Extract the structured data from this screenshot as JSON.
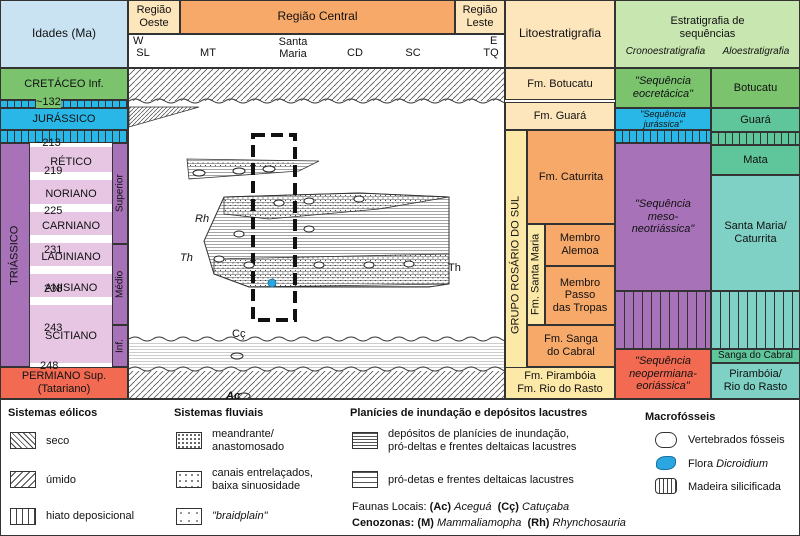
{
  "header": {
    "idades": "Idades (Ma)",
    "regiao_oeste": "Região\nOeste",
    "regiao_central": "Região Central",
    "regiao_leste": "Região\nLeste",
    "litoestratigrafia": "Litoestratigrafia",
    "estratigrafia_seq": "Estratigrafia de\nsequências",
    "cronoestratigrafia": "Cronoestratigrafia",
    "aloestratigrafia": "Aloestratigrafia",
    "loc_w": "W",
    "loc_e": "E",
    "locations": [
      "SL",
      "MT",
      "Santa\nMaria",
      "CD",
      "SC",
      "TQ"
    ]
  },
  "ages": {
    "cretaceo": "CRETÁCEO Inf.",
    "jurassico": "JURÁSSICO",
    "triassico": "TRIÁSSICO",
    "permiano": "PERMIANO Sup.\n(Tatariano)",
    "stages": [
      "RÉTICO",
      "NORIANO",
      "CARNIANO",
      "LADINIANO",
      "ANISIANO",
      "SCITIANO"
    ],
    "subdiv": [
      "Superior",
      "Médio",
      "Inf."
    ],
    "numbers": [
      "~132",
      "~213",
      "219",
      "225",
      "231",
      "238",
      "243",
      "248"
    ]
  },
  "section_labels": {
    "rh": "Rh",
    "th_left": "Th",
    "th_right": "Th",
    "cc": "Cç",
    "ac": "Ac"
  },
  "lito": {
    "botucatu": "Fm. Botucatu",
    "guara": "Fm. Guará",
    "grupo": "GRUPO ROSÁRIO DO SUL",
    "caturrita": "Fm. Caturrita",
    "santa_maria": "Fm. Santa Maria",
    "alemoa": "Membro\nAlemoa",
    "passo": "Membro\nPasso\ndas Tropas",
    "sanga": "Fm. Sanga\ndo Cabral",
    "piramboia": "Fm. Pirambóia\nFm. Rio do Rasto"
  },
  "crono": {
    "eocretacica": "\"Sequência\neocretácica\"",
    "jurassica": "\"Sequência\njurássica\"",
    "meso": "\"Sequência\nmeso-\nneotriássica\"",
    "neopermiana": "\"Sequência\nneopermiana-\neoriássica\""
  },
  "alo": {
    "botucatu": "Botucatu",
    "guara": "Guará",
    "mata": "Mata",
    "santa_maria": "Santa Maria/\nCaturrita",
    "sanga": "Sanga do Cabral",
    "piramboia": "Pirambóia/\nRio do Rasto"
  },
  "legend": {
    "eolicos_title": "Sistemas eólicos",
    "seco": "seco",
    "umido": "úmido",
    "hiato": "hiato deposicional",
    "fluviais_title": "Sistemas fluviais",
    "meandrante": "meandrante/\nanastomosado",
    "canais": "canais entrelaçados,\nbaixa sinuosidade",
    "braidplain": "\"braidplain\"",
    "planicies_title": "Planícies de inundação e depósitos lacustres",
    "planicies": "depósitos de planícies de inundação,\npró-deltas e frentes deltaicas lacustres",
    "prodeltas": "pró-detas e frentes deltaicas lacustres",
    "faunas_prefix": "Faunas Locais:",
    "faunas_ac": "(Ac)",
    "faunas_ac_name": "Aceguá",
    "faunas_cc": "(Cç)",
    "faunas_cc_name": "Catuçaba",
    "ceno_prefix": "Cenozonas:",
    "ceno_m": "(M)",
    "ceno_m_name": "Mammaliamopha",
    "ceno_rh": "(Rh)",
    "ceno_rh_name": "Rhynchosauria",
    "macro_title": "Macrofósseis",
    "vertebrados": "Vertebrados fósseis",
    "flora_prefix": "Flora",
    "flora_name": "Dicroidium",
    "madeira": "Madeira silicificada"
  },
  "colors": {
    "cretaceo": "#7cc36e",
    "jurassico": "#29b7e8",
    "triassico": "#a872b8",
    "stage": "#e7c6e4",
    "permiano": "#f26a52",
    "orange": "#f7a96a",
    "cream": "#fde5bc",
    "yellow": "#fde9a7",
    "alo_green": "#5fc59a",
    "alo_teal": "#7fd0c5"
  }
}
